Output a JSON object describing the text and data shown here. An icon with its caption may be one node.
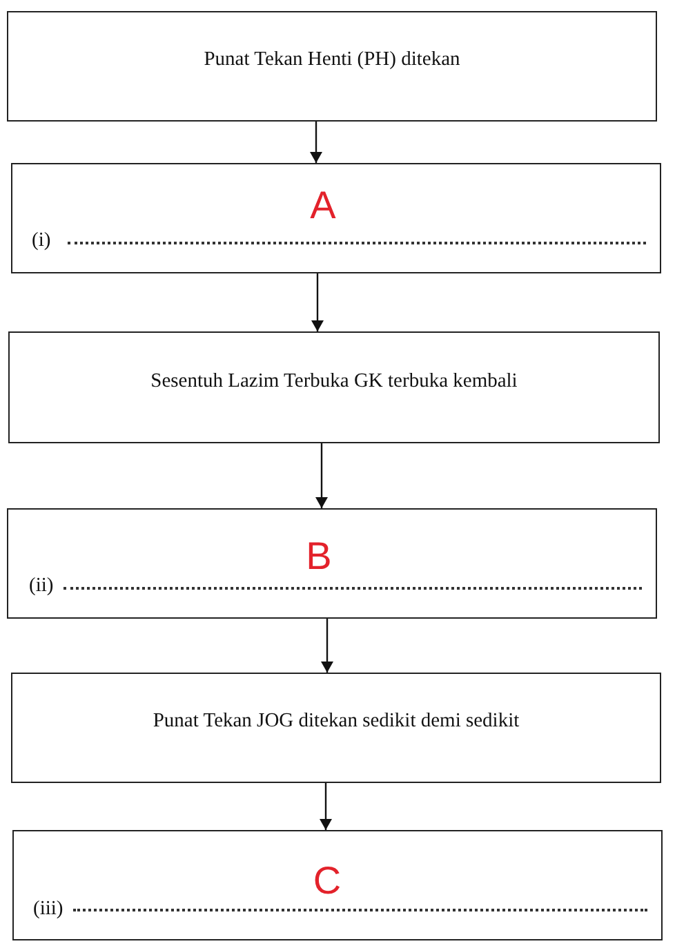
{
  "diagram": {
    "nodes": [
      {
        "text": [
          "Punat Tekan Henti (PH) ditekan"
        ]
      },
      {
        "text": [
          "A",
          "(i)"
        ]
      },
      {
        "text": [
          "Sesentuh Lazim Terbuka GK terbuka kembali"
        ]
      },
      {
        "text": [
          "B",
          "(ii)"
        ]
      },
      {
        "text": [
          "Punat Tekan JOG ditekan sedikit demi sedikit"
        ]
      },
      {
        "text": [
          "C",
          "(iii)"
        ]
      }
    ],
    "edges": [
      {
        "from": 0,
        "to": 1,
        "arrow": "to"
      },
      {
        "from": 1,
        "to": 2,
        "arrow": "to"
      },
      {
        "from": 2,
        "to": 3,
        "arrow": "to"
      },
      {
        "from": 3,
        "to": 4,
        "arrow": "to"
      },
      {
        "from": 4,
        "to": 5,
        "arrow": "to"
      }
    ]
  }
}
